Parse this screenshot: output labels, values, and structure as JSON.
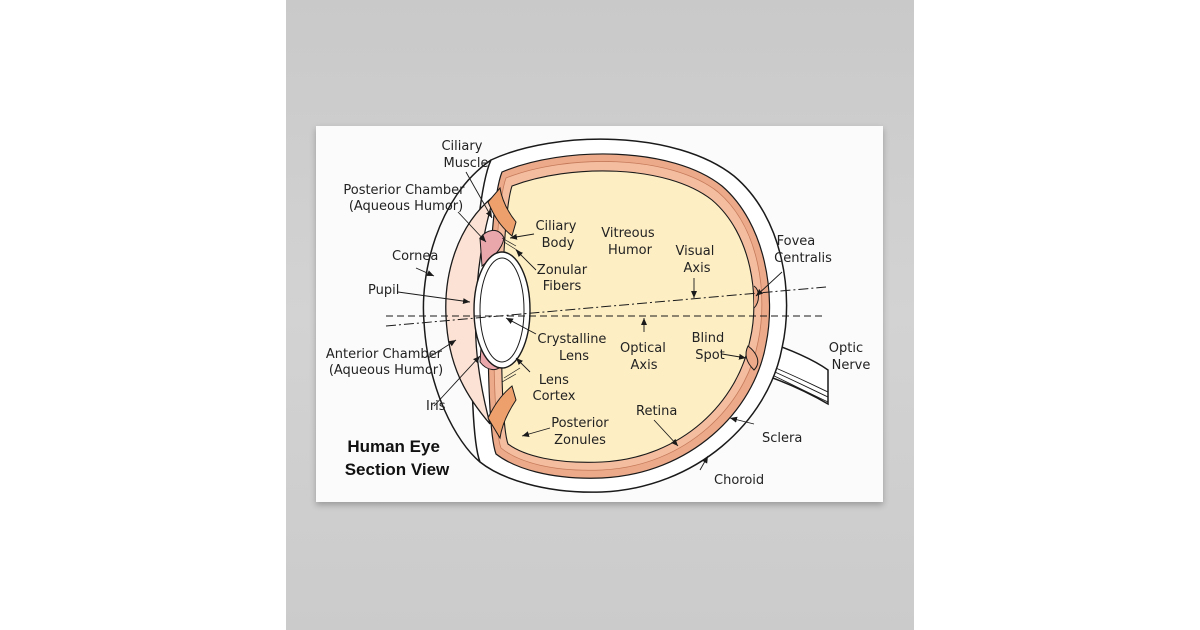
{
  "title": [
    "Human Eye",
    "Section View"
  ],
  "labels": {
    "ciliary_muscle": [
      "Ciliary",
      "Muscle"
    ],
    "posterior_chamber": [
      "Posterior Chamber",
      "(Aqueous Humor)"
    ],
    "cornea": "Cornea",
    "pupil": "Pupil",
    "anterior_chamber": [
      "Anterior Chamber",
      "(Aqueous Humor)"
    ],
    "iris": "Iris",
    "ciliary_body": [
      "Ciliary",
      "Body"
    ],
    "zonular_fibers": [
      "Zonular",
      "Fibers"
    ],
    "vitreous_humor": [
      "Vitreous",
      "Humor"
    ],
    "visual_axis": [
      "Visual",
      "Axis"
    ],
    "fovea_centralis": [
      "Fovea",
      "Centralis"
    ],
    "crystalline_lens": [
      "Crystalline",
      "Lens"
    ],
    "lens_cortex": [
      "Lens",
      "Cortex"
    ],
    "optical_axis": [
      "Optical",
      "Axis"
    ],
    "blind_spot": [
      "Blind",
      "Spot"
    ],
    "optic_nerve": [
      "Optic",
      "Nerve"
    ],
    "posterior_zonules": [
      "Posterior",
      "Zonules"
    ],
    "retina": "Retina",
    "sclera": "Sclera",
    "choroid": "Choroid"
  },
  "colors": {
    "vitreous": "#fdeec4",
    "choroid": "#ecaa8a",
    "retina_band": "#f3b79a",
    "muscle": "#eda06c",
    "iris": "#e9a6ab",
    "cornea_fill": "#fbe2d4",
    "outline": "#1a1a1a"
  }
}
